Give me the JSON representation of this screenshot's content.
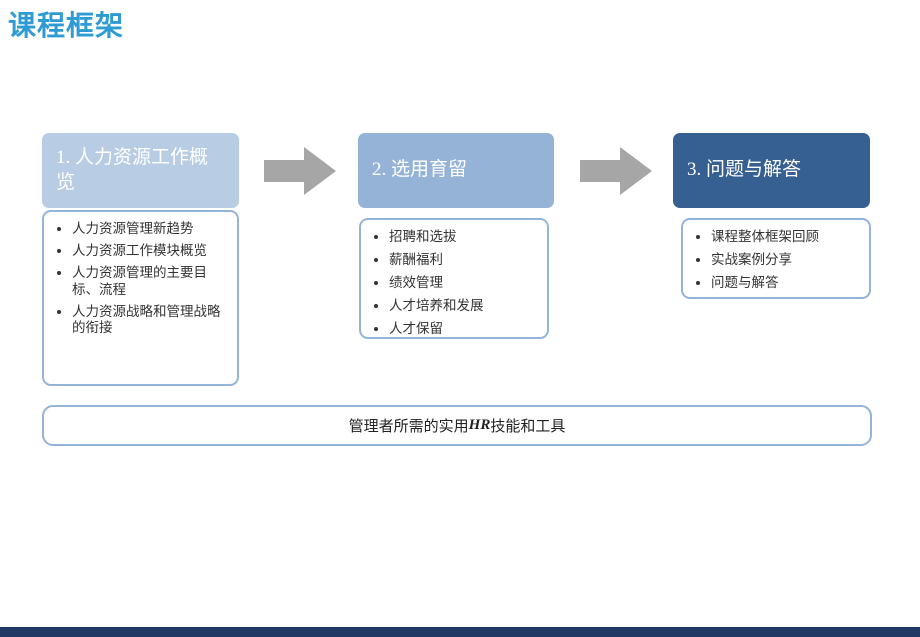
{
  "slide": {
    "title": "课程框架",
    "stages": [
      {
        "header": "1. 人力资源工作概览",
        "items": [
          "人力资源管理新趋势",
          "人力资源工作模块概览",
          "人力资源管理的主要目标、流程",
          "人力资源战略和管理战略的衔接"
        ]
      },
      {
        "header": "2. 选用育留",
        "items": [
          "招聘和选拔",
          "薪酬福利",
          "绩效管理",
          "人才培养和发展",
          "人才保留"
        ]
      },
      {
        "header": "3. 问题与解答",
        "items": [
          "课程整体框架回顾",
          "实战案例分享",
          "问题与解答"
        ]
      }
    ],
    "footer": {
      "prefix": "管理者所需的实用",
      "em": "HR",
      "suffix": "技能和工具"
    },
    "colors": {
      "title": "#2e9bd5",
      "stage1_bg": "#b8cce4",
      "stage2_bg": "#95b3d7",
      "stage3_bg": "#376092",
      "box_border": "#95b3d7",
      "arrow": "#a6a6a6",
      "bottom_bar": "#1f3864"
    }
  }
}
